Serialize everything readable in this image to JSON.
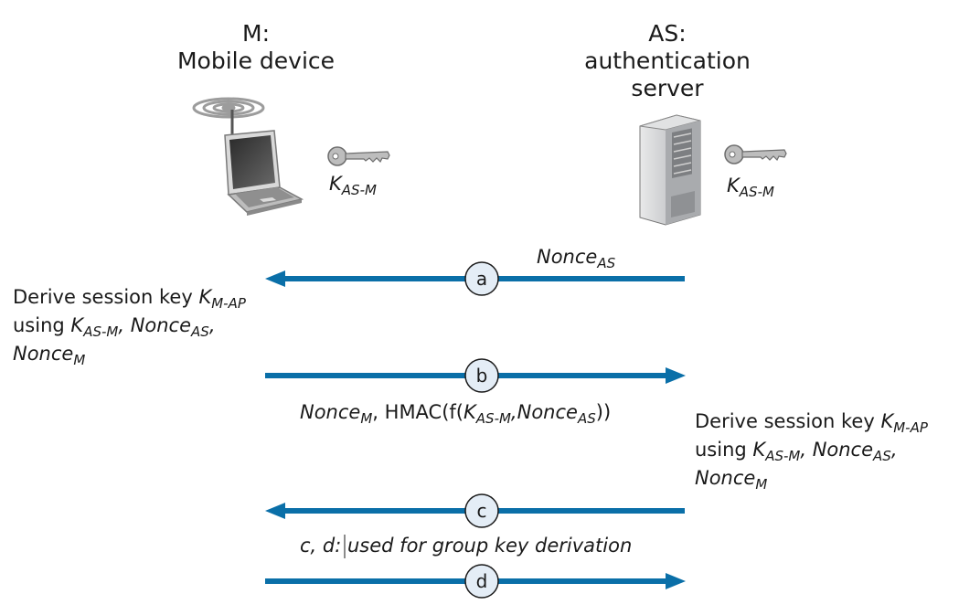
{
  "left_entity": {
    "title": "M:",
    "subtitle": "Mobile device"
  },
  "right_entity": {
    "title": "AS:",
    "subtitle_line1": "authentication",
    "subtitle_line2": "server"
  },
  "key_label": {
    "base": "K",
    "sub": "AS-M"
  },
  "steps": [
    {
      "id": "a",
      "direction": "right-to-left"
    },
    {
      "id": "b",
      "direction": "left-to-right"
    },
    {
      "id": "c",
      "direction": "right-to-left"
    },
    {
      "id": "d",
      "direction": "left-to-right"
    }
  ],
  "msg_a": {
    "base": "Nonce",
    "sub": "AS"
  },
  "msg_b": {
    "n": "Nonce",
    "n_sub": "M",
    "sep": ", HMAC(f(",
    "k": "K",
    "k_sub": "AS-M",
    "comma": ",",
    "n2": "Nonce",
    "n2_sub": "AS",
    "close": "))"
  },
  "msg_cd": {
    "prefix": "c, d:",
    "text": "used for group key derivation"
  },
  "derive": {
    "line1_text": "Derive session key ",
    "line1_k": "K",
    "line1_k_sub": "M-AP",
    "line2_text": "using ",
    "line2_k": "K",
    "line2_k_sub": "AS-M",
    "line2_sep": ", ",
    "line2_n": "Nonce",
    "line2_n_sub": "AS",
    "line2_end": ",",
    "line3_n": "Nonce",
    "line3_n_sub": "M"
  },
  "colors": {
    "arrow": "#0a6fa8",
    "circle_fill": "#e4edf6",
    "circle_stroke": "#1a1a1a"
  }
}
